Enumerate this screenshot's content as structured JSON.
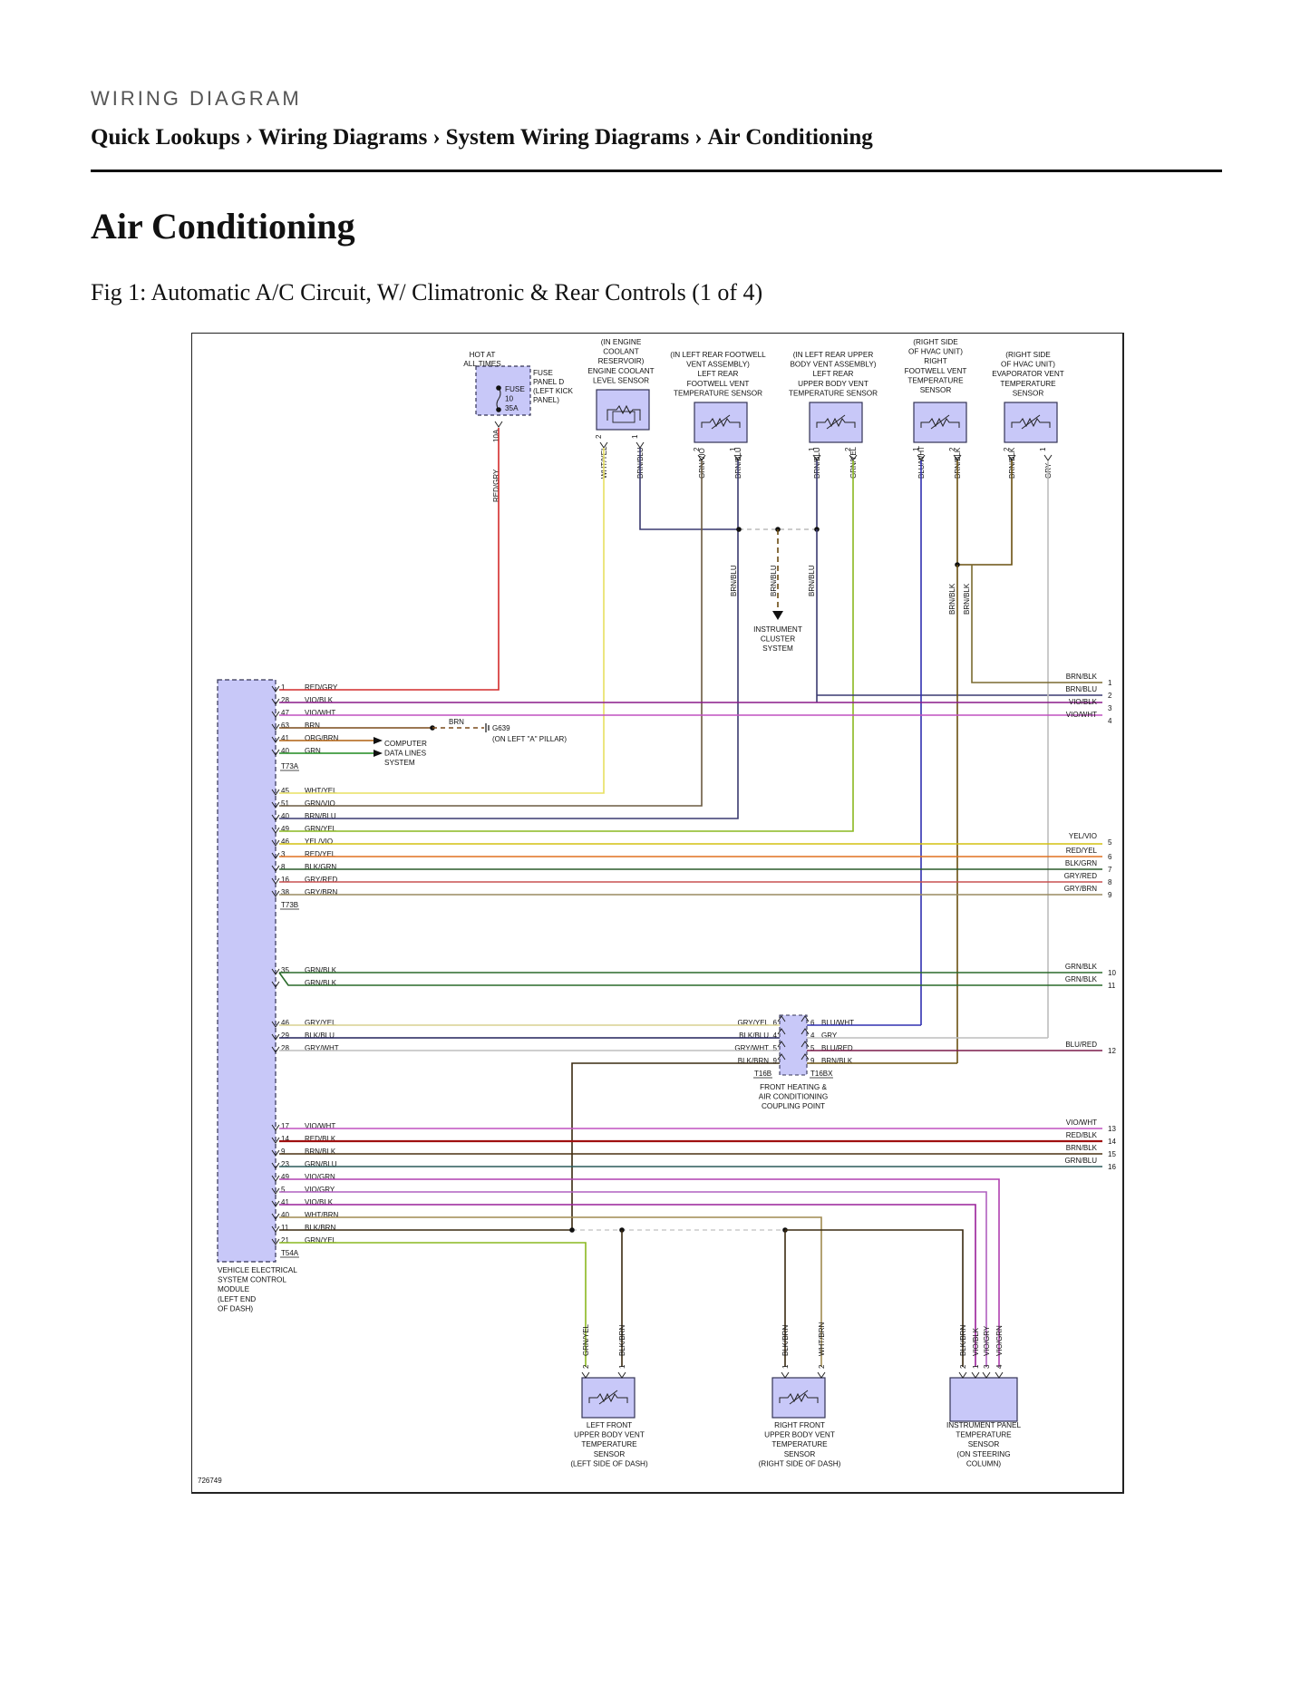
{
  "page": {
    "kicker": "WIRING DIAGRAM",
    "breadcrumb": [
      "Quick Lookups",
      "Wiring Diagrams",
      "System Wiring Diagrams",
      "Air Conditioning"
    ],
    "breadcrumb_separator": "›",
    "title": "Air Conditioning",
    "figure_caption": "Fig 1: Automatic A/C Circuit, W/ Climatronic & Rear Controls (1 of 4)"
  },
  "diagram": {
    "figure_id": "726749",
    "module": {
      "label": [
        "VEHICLE ELECTRICAL",
        "SYSTEM CONTROL",
        "MODULE",
        "(LEFT END",
        "OF DASH)"
      ],
      "connectors": [
        "T73A",
        "T73B",
        "T54A"
      ]
    },
    "fuse": {
      "label": [
        "HOT AT",
        "ALL TIMES"
      ],
      "panel": [
        "FUSE",
        "PANEL D",
        "(LEFT KICK",
        "PANEL)"
      ],
      "inner": [
        "FUSE",
        "10",
        "35A"
      ],
      "rating": "10A",
      "wire": "RED/GRY"
    },
    "top_components": [
      {
        "id": "coolant",
        "label": [
          "(IN ENGINE",
          "COOLANT",
          "RESERVOIR)",
          "ENGINE COOLANT",
          "LEVEL SENSOR"
        ],
        "pins": [
          "2",
          "1"
        ],
        "wires": [
          "WHT/YEL",
          "BRN/BLU"
        ]
      },
      {
        "id": "lr-footwell",
        "label": [
          "(IN LEFT REAR FOOTWELL",
          "VENT ASSEMBLY)",
          "LEFT REAR",
          "FOOTWELL VENT",
          "TEMPERATURE SENSOR"
        ],
        "pins": [
          "2",
          "1"
        ],
        "wires": [
          "GRN/VIO",
          "BRN/BLU"
        ]
      },
      {
        "id": "lr-upper",
        "label": [
          "(IN LEFT REAR UPPER",
          "BODY VENT ASSEMBLY)",
          "LEFT REAR",
          "UPPER BODY VENT",
          "TEMPERATURE SENSOR"
        ],
        "pins": [
          "1",
          "2"
        ],
        "wires": [
          "BRN/BLU",
          "GRN/YEL"
        ]
      },
      {
        "id": "rf-footwell",
        "label": [
          "(RIGHT SIDE",
          "OF HVAC UNIT)",
          "RIGHT",
          "FOOTWELL VENT",
          "TEMPERATURE",
          "SENSOR"
        ],
        "pins": [
          "1",
          "2"
        ],
        "wires": [
          "BLU/WHT",
          "BRN/BLK"
        ]
      },
      {
        "id": "evap",
        "label": [
          "(RIGHT SIDE",
          "OF HVAC UNIT)",
          "EVAPORATOR VENT",
          "TEMPERATURE",
          "SENSOR"
        ],
        "pins": [
          "2",
          "1"
        ],
        "wires": [
          "BRN/BLK",
          "GRY"
        ]
      }
    ],
    "splice_wires": [
      "BRN/BLU",
      "BRN/BLU",
      "BRN/BLU",
      "BRN/BLK",
      "BRN/BLK"
    ],
    "instrument_cluster": [
      "INSTRUMENT",
      "CLUSTER",
      "SYSTEM"
    ],
    "computer_data": [
      "COMPUTER",
      "DATA LINES",
      "SYSTEM"
    ],
    "ground": {
      "wire": "BRN",
      "id": "G639",
      "location": "(ON LEFT \"A\" PILLAR)"
    },
    "module_pins": [
      {
        "pin": "1",
        "wire": "RED/GRY",
        "color": "#d22b2b"
      },
      {
        "pin": "28",
        "wire": "VIO/BLK",
        "color": "#8a1a8a"
      },
      {
        "pin": "47",
        "wire": "VIO/WHT",
        "color": "#c050c0"
      },
      {
        "pin": "63",
        "wire": "BRN",
        "color": "#7a4a1a"
      },
      {
        "pin": "41",
        "wire": "ORG/BRN",
        "color": "#b06010"
      },
      {
        "pin": "40",
        "wire": "GRN",
        "color": "#1f8a1f"
      },
      {
        "pin": "45",
        "wire": "WHT/YEL",
        "color": "#e8e060"
      },
      {
        "pin": "51",
        "wire": "GRN/VIO",
        "color": "#6a5a40"
      },
      {
        "pin": "40",
        "wire": "BRN/BLU",
        "color": "#3a3a70"
      },
      {
        "pin": "49",
        "wire": "GRN/YEL",
        "color": "#8ab820"
      },
      {
        "pin": "46",
        "wire": "YEL/VIO",
        "color": "#d4c010"
      },
      {
        "pin": "3",
        "wire": "RED/YEL",
        "color": "#e07020"
      },
      {
        "pin": "8",
        "wire": "BLK/GRN",
        "color": "#2a5a2a"
      },
      {
        "pin": "16",
        "wire": "GRY/RED",
        "color": "#c85050"
      },
      {
        "pin": "38",
        "wire": "GRY/BRN",
        "color": "#9a8a60"
      },
      {
        "pin": "35",
        "wire": "GRN/BLK",
        "color": "#2a6a2a"
      },
      {
        "pin": "",
        "wire": "GRN/BLK",
        "color": "#2a6a2a"
      },
      {
        "pin": "46",
        "wire": "GRY/YEL",
        "color": "#d8d090"
      },
      {
        "pin": "29",
        "wire": "BLK/BLU",
        "color": "#20205a"
      },
      {
        "pin": "28",
        "wire": "GRY/WHT",
        "color": "#bdbdbd"
      },
      {
        "pin": "17",
        "wire": "VIO/WHT",
        "color": "#c050c0"
      },
      {
        "pin": "14",
        "wire": "RED/BLK",
        "color": "#a01010"
      },
      {
        "pin": "9",
        "wire": "BRN/BLK",
        "color": "#4a3010"
      },
      {
        "pin": "23",
        "wire": "GRN/BLU",
        "color": "#2a5a5a"
      },
      {
        "pin": "49",
        "wire": "VIO/GRN",
        "color": "#b040b0"
      },
      {
        "pin": "5",
        "wire": "VIO/GRY",
        "color": "#b060c0"
      },
      {
        "pin": "41",
        "wire": "VIO/BLK",
        "color": "#9a209a"
      },
      {
        "pin": "40",
        "wire": "WHT/BRN",
        "color": "#a08a50"
      },
      {
        "pin": "11",
        "wire": "BLK/BRN",
        "color": "#3a2a10"
      },
      {
        "pin": "21",
        "wire": "GRN/YEL",
        "color": "#8ab820"
      }
    ],
    "right_exits": [
      {
        "num": "1",
        "wire": "BRN/BLK"
      },
      {
        "num": "2",
        "wire": "BRN/BLU"
      },
      {
        "num": "3",
        "wire": "VIO/BLK"
      },
      {
        "num": "4",
        "wire": "VIO/WHT"
      },
      {
        "num": "5",
        "wire": "YEL/VIO"
      },
      {
        "num": "6",
        "wire": "RED/YEL"
      },
      {
        "num": "7",
        "wire": "BLK/GRN"
      },
      {
        "num": "8",
        "wire": "GRY/RED"
      },
      {
        "num": "9",
        "wire": "GRY/BRN"
      },
      {
        "num": "10",
        "wire": "GRN/BLK"
      },
      {
        "num": "11",
        "wire": "GRN/BLK"
      },
      {
        "num": "12",
        "wire": "BLU/RED"
      },
      {
        "num": "13",
        "wire": "VIO/WHT"
      },
      {
        "num": "14",
        "wire": "RED/BLK"
      },
      {
        "num": "15",
        "wire": "BRN/BLK"
      },
      {
        "num": "16",
        "wire": "GRN/BLU"
      }
    ],
    "coupling": {
      "label": [
        "FRONT HEATING &",
        "AIR CONDITIONING",
        "COUPLING POINT"
      ],
      "left_connector": "T16B",
      "right_connector": "T16BX",
      "left": [
        {
          "wire": "GRY/YEL",
          "pin": "6"
        },
        {
          "wire": "BLK/BLU",
          "pin": "4"
        },
        {
          "wire": "GRY/WHT",
          "pin": "5"
        },
        {
          "wire": "BLK/BRN",
          "pin": "9"
        }
      ],
      "right": [
        {
          "wire": "BLU/WHT",
          "pin": "6"
        },
        {
          "wire": "GRY",
          "pin": "4"
        },
        {
          "wire": "BLU/RED",
          "pin": "5"
        },
        {
          "wire": "BRN/BLK",
          "pin": "9"
        }
      ]
    },
    "bottom_components": [
      {
        "id": "lf-upper",
        "label": [
          "LEFT FRONT",
          "UPPER BODY VENT",
          "TEMPERATURE",
          "SENSOR",
          "(LEFT SIDE OF DASH)"
        ],
        "pins": [
          "2",
          "1"
        ],
        "wires": [
          "GRN/YEL",
          "BLK/BRN"
        ]
      },
      {
        "id": "rf-upper",
        "label": [
          "RIGHT FRONT",
          "UPPER BODY VENT",
          "TEMPERATURE",
          "SENSOR",
          "(RIGHT SIDE OF DASH)"
        ],
        "pins": [
          "1",
          "2"
        ],
        "wires": [
          "BLK/BRN",
          "WHT/BRN"
        ]
      },
      {
        "id": "ip-temp",
        "label": [
          "INSTRUMENT PANEL",
          "TEMPERATURE",
          "SENSOR",
          "(ON STEERING",
          "COLUMN)"
        ],
        "pins": [
          "2",
          "1",
          "3",
          "4"
        ],
        "wires": [
          "BLK/BRN",
          "VIO/BLK",
          "VIO/GRY",
          "VIO/GRN"
        ]
      }
    ],
    "colors": {
      "component_fill": "#c8c8f8",
      "component_stroke": "#333355",
      "module_fill": "#c8c8f8"
    }
  }
}
